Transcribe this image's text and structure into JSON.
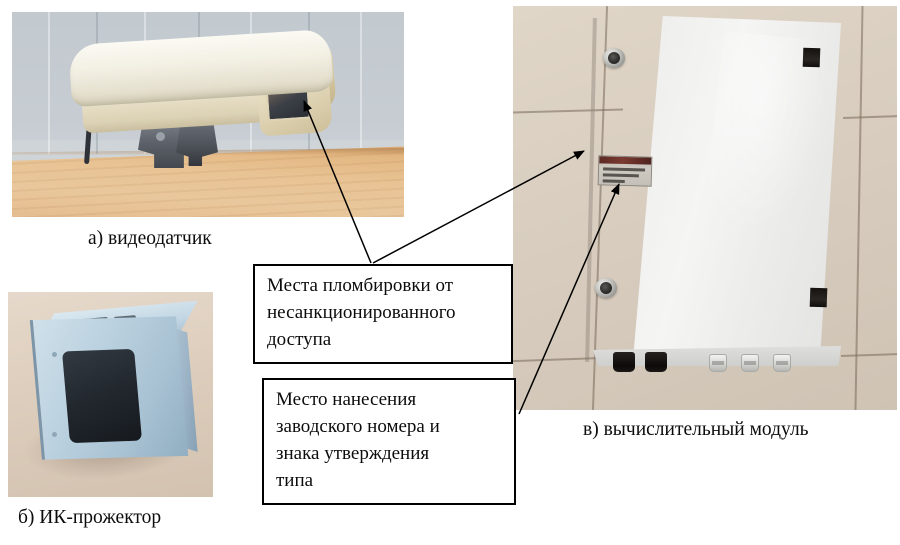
{
  "figure": {
    "subject": "Измерительный комплекс: видеодатчик, ИК-прожектор, вычислительный модуль",
    "language": "ru"
  },
  "callouts": [
    {
      "id": "sealing-locations",
      "text": "Места пломбировки от несанкционированного доступа",
      "lines": [
        "Места пломбировки от",
        "несанкционированного",
        "доступа"
      ],
      "points_to": [
        "video-sensor-front-seal",
        "computing-module-left-edge-seal"
      ]
    },
    {
      "id": "serial-number-location",
      "text": "Место нанесения заводского номера и знака утверждения типа",
      "lines": [
        "Место нанесения",
        "заводского номера и",
        "знака утверждения",
        "типа"
      ],
      "points_to": [
        "computing-module-nameplate"
      ]
    }
  ],
  "captions": {
    "a": "а) видеодатчик",
    "b": "б) ИК-прожектор",
    "c": "в) вычислительный модуль"
  },
  "photos": {
    "video_sensor": {
      "label": "а",
      "description": "Видеодатчик в кремовом защитном кожухе с солнцезащитным козырьком на металлическом кронштейне",
      "background": "светло-серая стена, деревянный стол"
    },
    "ir_projector": {
      "label": "б",
      "description": "ИК-прожектор: светло-голубой корпус с тёмной излучающей панелью и вентиляционными прорезями",
      "background": "светло-бежевая столешница"
    },
    "computing_module": {
      "label": "в",
      "description": "Вычислительный модуль: белый металлический шкаф с двумя пломбировочными винтами, шильдиком и кабельными вводами",
      "background": "бежевый кафельный пол",
      "cable_glands": [
        "black",
        "black",
        "white",
        "white",
        "white"
      ],
      "seal_screws": 2,
      "nameplate_present": true
    }
  },
  "colors": {
    "callout_border": "#000000",
    "callout_background": "#ffffff",
    "text": "#0c0c0c",
    "leader_line": "#000000",
    "page_background": "#ffffff",
    "camera_housing": "#efe9d6",
    "ir_projector_body": "#bcd2e0",
    "ir_projector_panel": "#22282e",
    "cabinet_body": "#f0f0ef",
    "tile_floor": "#d9cec0",
    "nameplate_band": "#5c2a24"
  }
}
